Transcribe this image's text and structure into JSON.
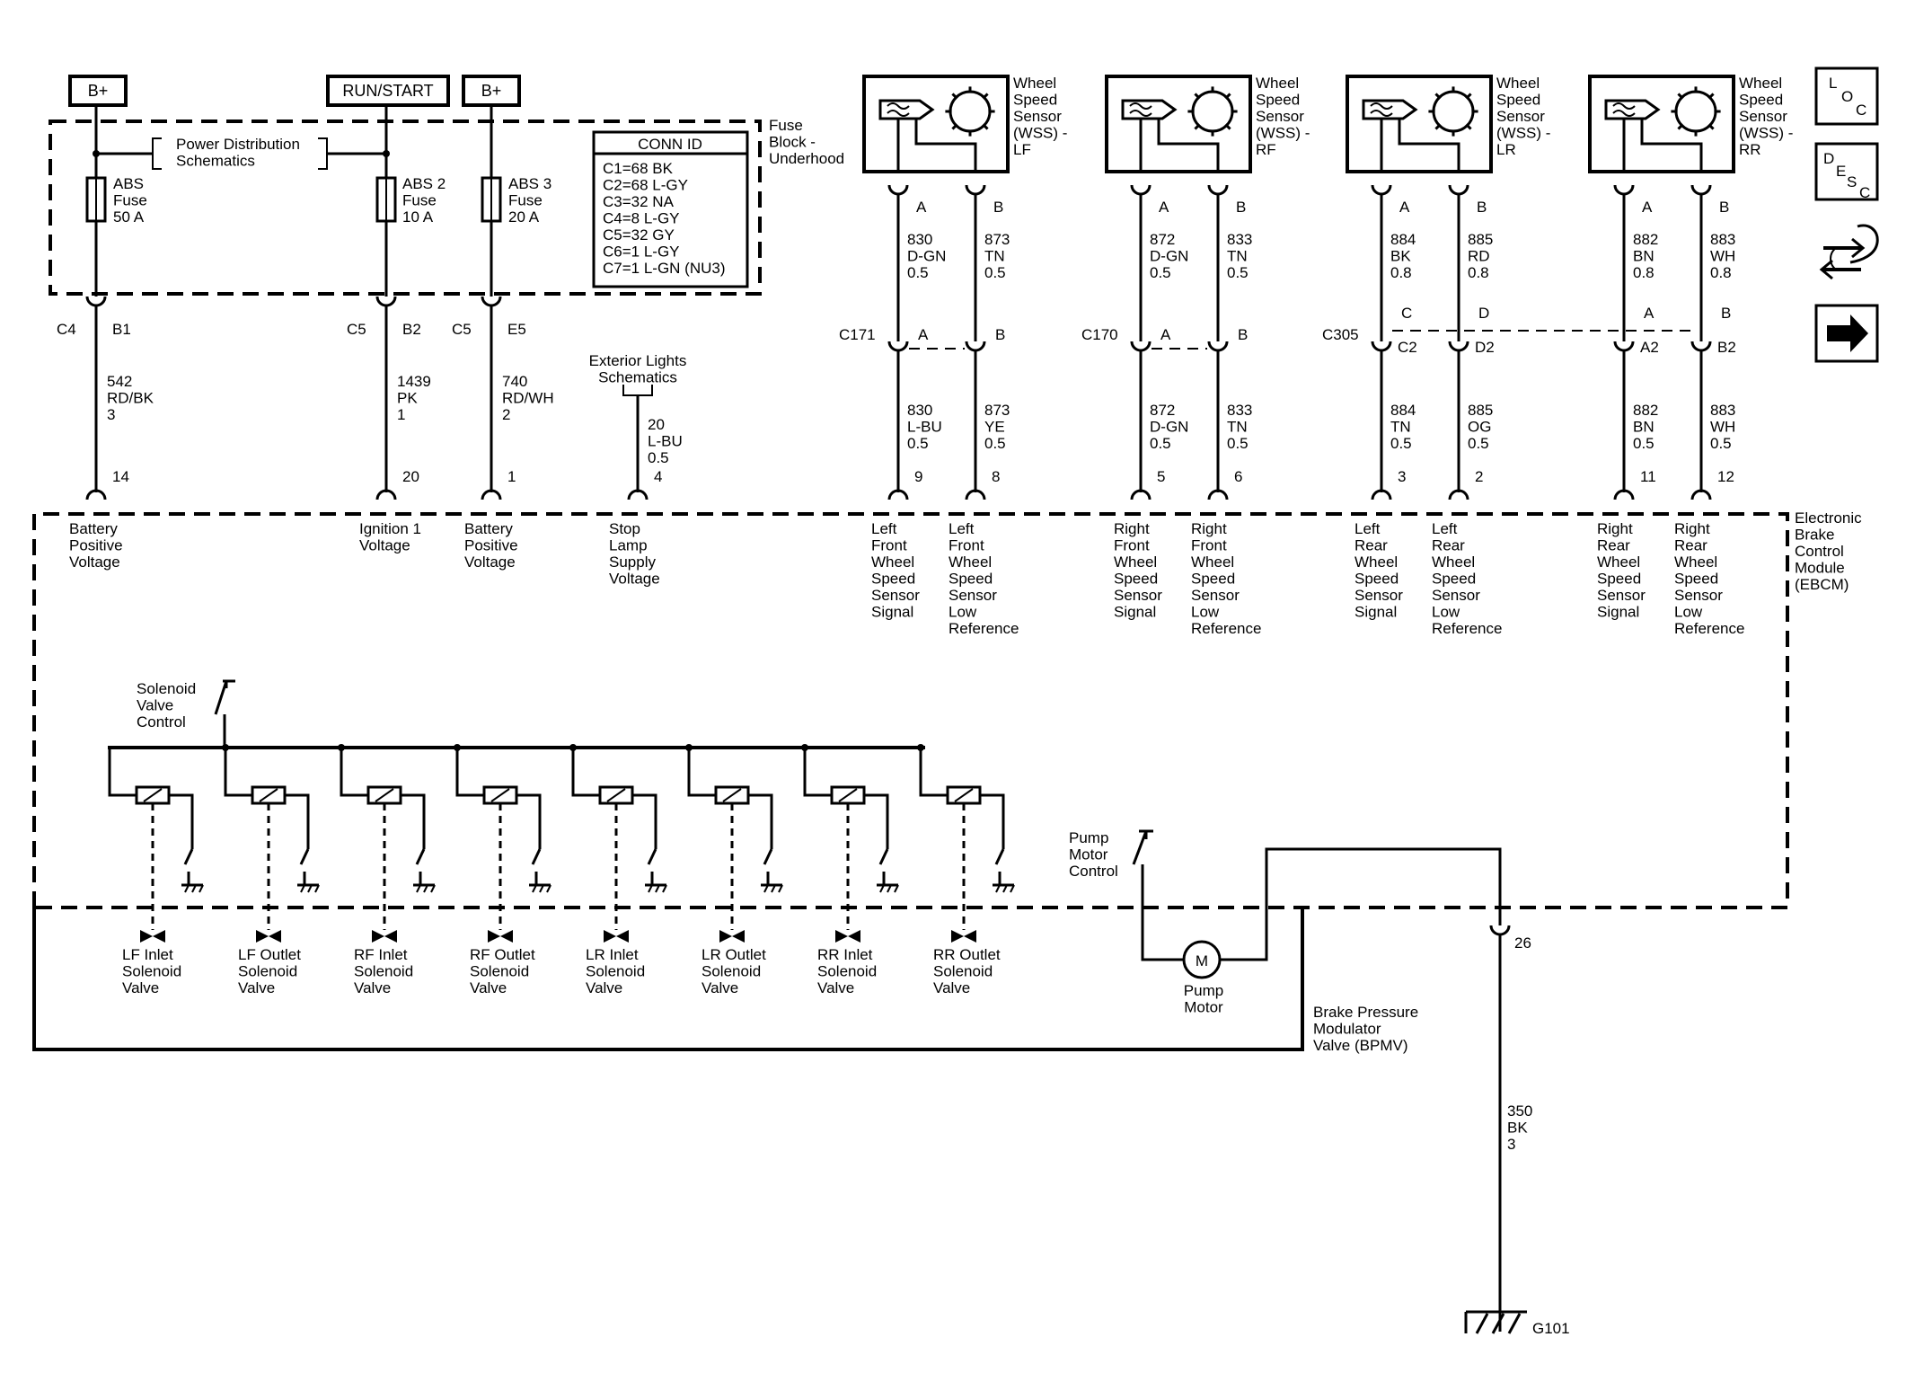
{
  "power_sources": [
    {
      "label": "B+"
    },
    {
      "label": "RUN/START"
    },
    {
      "label": "B+"
    }
  ],
  "power_distribution": "Power Distribution\nSchematics",
  "fuse_block_label": "Fuse\nBlock -\nUnderhood",
  "fuses": [
    {
      "name": "ABS\nFuse\n50 A"
    },
    {
      "name": "ABS 2\nFuse\n10 A"
    },
    {
      "name": "ABS 3\nFuse\n20 A"
    }
  ],
  "conn_id": {
    "title": "CONN ID",
    "lines": [
      "C1=68 BK",
      "C2=68 L-GY",
      "C3=32 NA",
      "C4=8 L-GY",
      "C5=32 GY",
      "C6=1 L-GY",
      "C7=1 L-GN (NU3)"
    ]
  },
  "supply_circuits": [
    {
      "connector": "C4",
      "pin": "B1",
      "wire": "542\nRD/BK\n3",
      "ebcm_pin": "14",
      "function": "Battery\nPositive\nVoltage"
    },
    {
      "connector": "C5",
      "pin": "B2",
      "wire": "1439\nPK\n1",
      "ebcm_pin": "20",
      "function": "Ignition 1\nVoltage"
    },
    {
      "connector": "C5",
      "pin": "E5",
      "wire": "740\nRD/WH\n2",
      "ebcm_pin": "1",
      "function": "Battery\nPositive\nVoltage"
    }
  ],
  "stop_lamp": {
    "source": "Exterior Lights\nSchematics",
    "wire": "20\nL-BU\n0.5",
    "ebcm_pin": "4",
    "function": "Stop\nLamp\nSupply\nVoltage"
  },
  "sensor_title": "Wheel\nSpeed\nSensor\n(WSS) -",
  "sensors": [
    {
      "pos": "LF",
      "pin_a": "A",
      "pin_b": "B",
      "wire_a_upper": "830\nD-GN\n0.5",
      "wire_b_upper": "873\nTN\n0.5",
      "inline_connector": "C171",
      "inline_a": "A",
      "inline_b": "B",
      "wire_a_lower": "830\nL-BU\n0.5",
      "wire_b_lower": "873\nYE\n0.5",
      "ebcm_pin_a": "9",
      "ebcm_pin_b": "8",
      "function_a": "Left\nFront\nWheel\nSpeed\nSensor\nSignal",
      "function_b": "Left\nFront\nWheel\nSpeed\nSensor\nLow\nReference"
    },
    {
      "pos": "RF",
      "pin_a": "A",
      "pin_b": "B",
      "wire_a_upper": "872\nD-GN\n0.5",
      "wire_b_upper": "833\nTN\n0.5",
      "inline_connector": "C170",
      "inline_a": "A",
      "inline_b": "B",
      "wire_a_lower": "872\nD-GN\n0.5",
      "wire_b_lower": "833\nTN\n0.5",
      "ebcm_pin_a": "5",
      "ebcm_pin_b": "6",
      "function_a": "Right\nFront\nWheel\nSpeed\nSensor\nSignal",
      "function_b": "Right\nFront\nWheel\nSpeed\nSensor\nLow\nReference"
    },
    {
      "pos": "LR",
      "pin_a": "A",
      "pin_b": "B",
      "wire_a_upper": "884\nBK\n0.8",
      "wire_b_upper": "885\nRD\n0.8",
      "inline_connector": "C305",
      "inline_a": "C",
      "inline_b": "D",
      "inline_a2": "C2",
      "inline_b2": "D2",
      "wire_a_lower": "884\nTN\n0.5",
      "wire_b_lower": "885\nOG\n0.5",
      "ebcm_pin_a": "3",
      "ebcm_pin_b": "2",
      "function_a": "Left\nRear\nWheel\nSpeed\nSensor\nSignal",
      "function_b": "Left\nRear\nWheel\nSpeed\nSensor\nLow\nReference"
    },
    {
      "pos": "RR",
      "pin_a": "A",
      "pin_b": "B",
      "wire_a_upper": "882\nBN\n0.8",
      "wire_b_upper": "883\nWH\n0.8",
      "inline_connector": "",
      "inline_a": "A",
      "inline_b": "B",
      "inline_a2": "A2",
      "inline_b2": "B2",
      "wire_a_lower": "882\nBN\n0.5",
      "wire_b_lower": "883\nWH\n0.5",
      "ebcm_pin_a": "11",
      "ebcm_pin_b": "12",
      "function_a": "Right\nRear\nWheel\nSpeed\nSensor\nSignal",
      "function_b": "Right\nRear\nWheel\nSpeed\nSensor\nLow\nReference"
    }
  ],
  "ebcm_label": "Electronic\nBrake\nControl\nModule\n(EBCM)",
  "solenoid_control": "Solenoid\nValve\nControl",
  "solenoid_valves": [
    "LF Inlet\nSolenoid\nValve",
    "LF Outlet\nSolenoid\nValve",
    "RF Inlet\nSolenoid\nValve",
    "RF Outlet\nSolenoid\nValve",
    "LR Inlet\nSolenoid\nValve",
    "LR Outlet\nSolenoid\nValve",
    "RR Inlet\nSolenoid\nValve",
    "RR Outlet\nSolenoid\nValve"
  ],
  "pump": {
    "control_label": "Pump\nMotor\nControl",
    "motor_symbol": "M",
    "motor_label": "Pump\nMotor"
  },
  "bpmv_label": "Brake Pressure\nModulator\nValve (BPMV)",
  "ground": {
    "ebcm_pin": "26",
    "wire": "350\nBK\n3",
    "id": "G101"
  },
  "nav_icons": [
    {
      "icon": "loc-icon",
      "letters": [
        "L",
        "O",
        "C"
      ]
    },
    {
      "icon": "desc-icon",
      "letters": [
        "D",
        "E",
        "S",
        "C"
      ]
    },
    {
      "icon": "swap-arrows-icon"
    },
    {
      "icon": "next-arrow-icon"
    }
  ]
}
